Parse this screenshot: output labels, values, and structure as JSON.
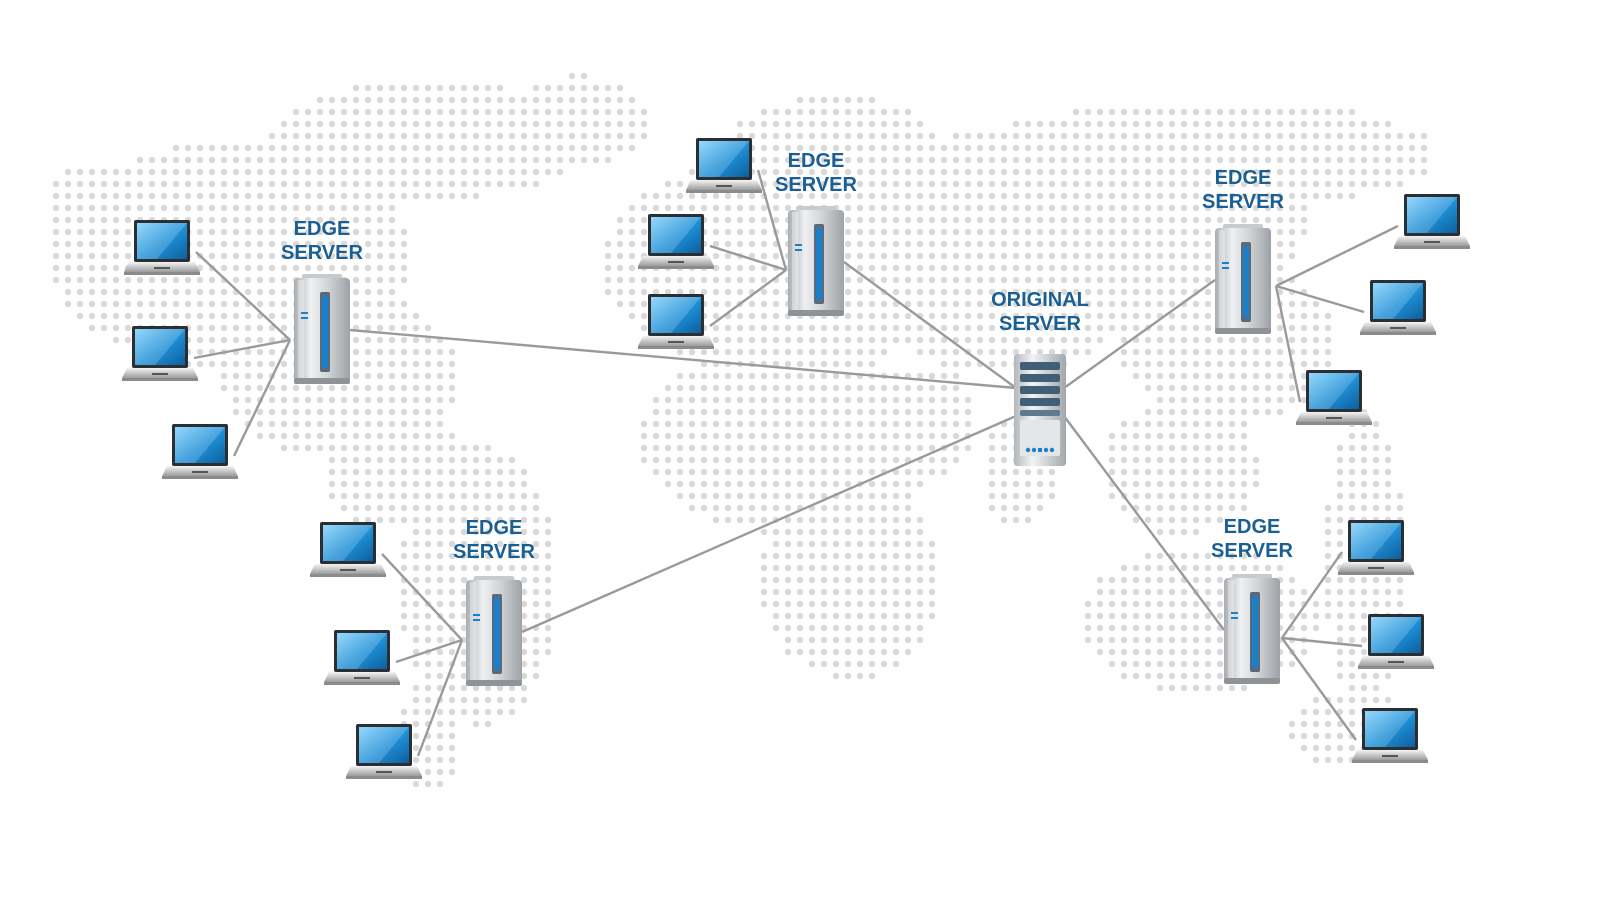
{
  "colors": {
    "label": "#1a5f93",
    "link": "#9a9a9a",
    "map_dot": "#d9d9d9",
    "screen": "#1e8fd6",
    "screen_light": "#7fd0fb",
    "server_body": "#d8dbde",
    "server_accent": "#1b7fc9"
  },
  "icons": {
    "map": "world-map-dots",
    "laptop": "laptop-icon",
    "edge_server": "edge-server-icon",
    "origin_server": "original-server-icon"
  },
  "origin": {
    "line1": "ORIGINAL",
    "line2": "SERVER"
  },
  "edges": [
    {
      "id": "west",
      "line1": "EDGE",
      "line2": "SERVER",
      "clients": 3
    },
    {
      "id": "south-west",
      "line1": "EDGE",
      "line2": "SERVER",
      "clients": 3
    },
    {
      "id": "north",
      "line1": "EDGE",
      "line2": "SERVER",
      "clients": 3
    },
    {
      "id": "north-east",
      "line1": "EDGE",
      "line2": "SERVER",
      "clients": 3
    },
    {
      "id": "south-east",
      "line1": "EDGE",
      "line2": "SERVER",
      "clients": 3
    }
  ]
}
